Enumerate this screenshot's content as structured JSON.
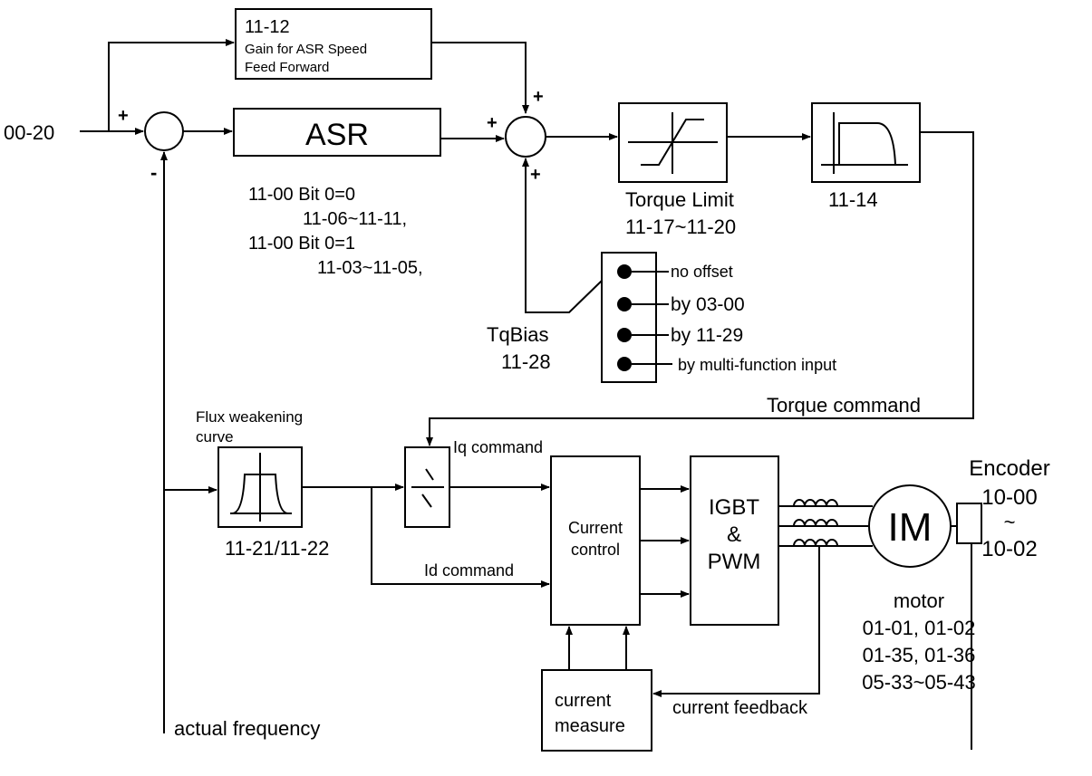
{
  "inputs": {
    "speed_ref": "00-20",
    "actual_freq": "actual frequency"
  },
  "feedforward": {
    "param": "11-12",
    "line1": "Gain for ASR Speed",
    "line2": "Feed Forward"
  },
  "asr": {
    "label": "ASR",
    "note1": "11-00 Bit 0=0",
    "note2": "11-06~11-11,",
    "note3": "11-00 Bit 0=1",
    "note4": "11-03~11-05,"
  },
  "signs": {
    "sum1_plus": "+",
    "sum1_minus": "-",
    "sum2_plus_left": "+",
    "sum2_plus_top": "+",
    "sum2_plus_bottom": "+"
  },
  "torque_limit": {
    "label": "Torque Limit",
    "param": "11-17~11-20"
  },
  "filter": {
    "param": "11-14"
  },
  "tqbias": {
    "label": "TqBias",
    "param": "11-28",
    "options": [
      "no offset",
      "by  03-00",
      "by  11-29",
      "by multi-function input"
    ]
  },
  "torque_command": "Torque command",
  "flux": {
    "title1": "Flux weakening",
    "title2": "curve",
    "param": "11-21/11-22"
  },
  "commands": {
    "iq": "Iq command",
    "id": "Id command"
  },
  "current_control": {
    "line1": "Current",
    "line2": "control"
  },
  "inverter": {
    "line1": "IGBT",
    "line2": "&",
    "line3": "PWM"
  },
  "motor": {
    "symbol": "IM",
    "label": "motor",
    "params1": "01-01, 01-02",
    "params2": "01-35, 01-36",
    "params3": "05-33~05-43"
  },
  "encoder": {
    "label": "Encoder",
    "param1": "10-00",
    "tilde": "~",
    "param2": "10-02"
  },
  "current_measure": {
    "line1": "current",
    "line2": "measure",
    "feedback": "current feedback"
  }
}
